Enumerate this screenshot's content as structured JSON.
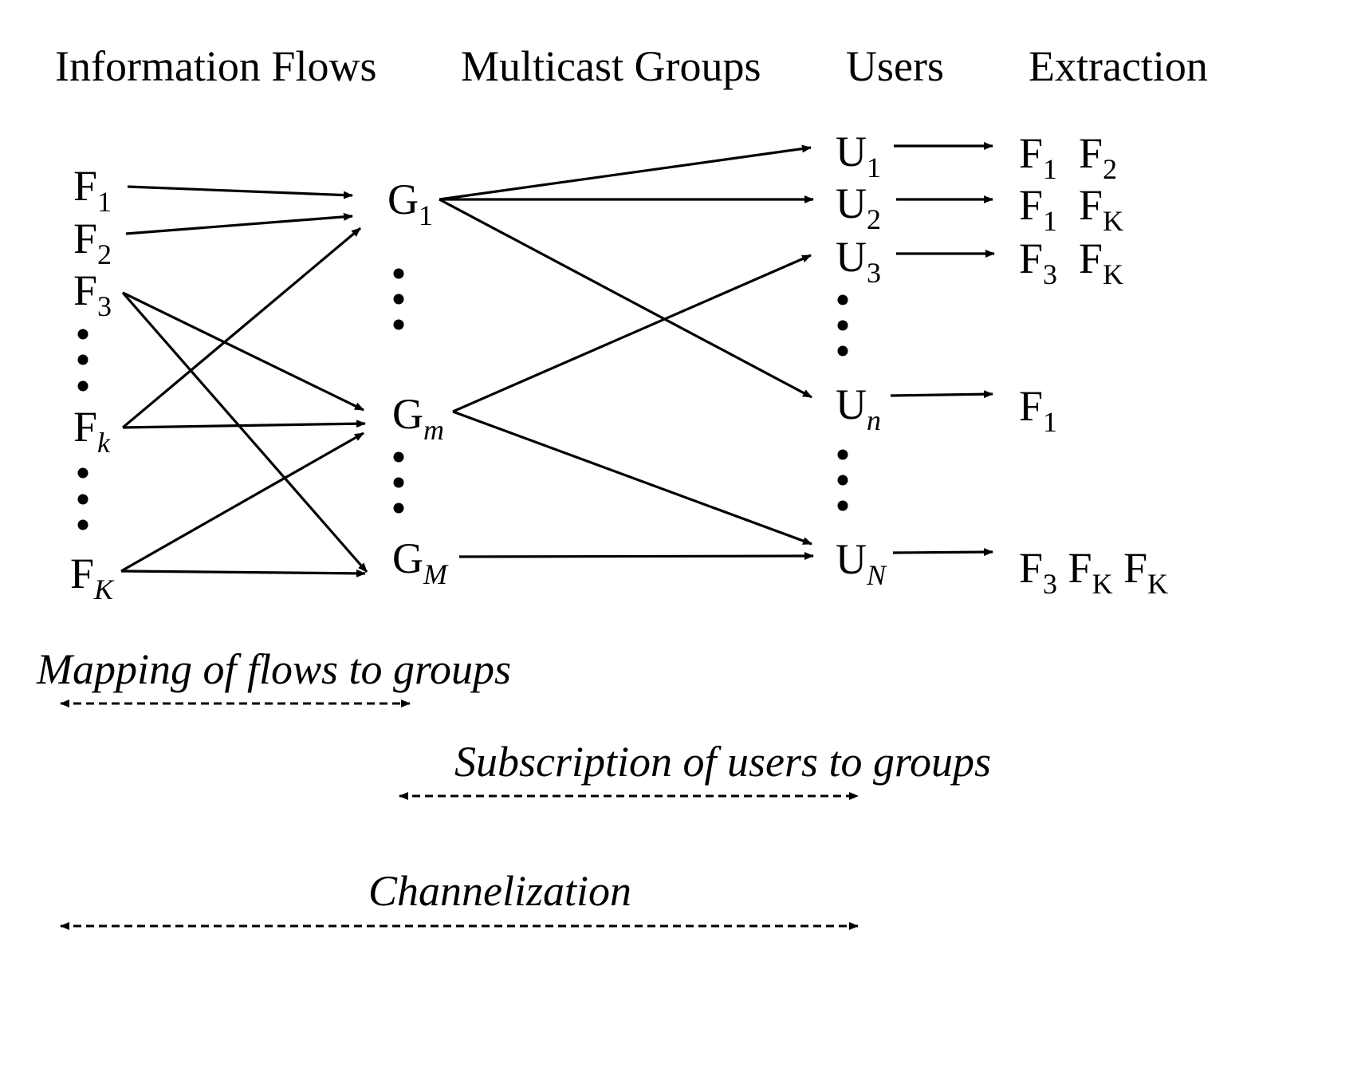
{
  "headers": {
    "flows": "Information Flows",
    "groups": "Multicast Groups",
    "users": "Users",
    "extraction": "Extraction"
  },
  "flows": [
    {
      "base": "F",
      "sub": "1",
      "sub_italic": false
    },
    {
      "base": "F",
      "sub": "2",
      "sub_italic": false
    },
    {
      "base": "F",
      "sub": "3",
      "sub_italic": false
    },
    {
      "base": "F",
      "sub": "k",
      "sub_italic": true
    },
    {
      "base": "F",
      "sub": "K",
      "sub_italic": true
    }
  ],
  "groups": [
    {
      "base": "G",
      "sub": "1",
      "sub_italic": false
    },
    {
      "base": "G",
      "sub": "m",
      "sub_italic": true
    },
    {
      "base": "G",
      "sub": "M",
      "sub_italic": true
    }
  ],
  "users": [
    {
      "base": "U",
      "sub": "1",
      "sub_italic": false
    },
    {
      "base": "U",
      "sub": "2",
      "sub_italic": false
    },
    {
      "base": "U",
      "sub": "3",
      "sub_italic": false
    },
    {
      "base": "U",
      "sub": "n",
      "sub_italic": true
    },
    {
      "base": "U",
      "sub": "N",
      "sub_italic": true
    }
  ],
  "extraction": [
    [
      {
        "base": "F",
        "sub": "1"
      },
      {
        "base": "F",
        "sub": "2"
      }
    ],
    [
      {
        "base": "F",
        "sub": "1"
      },
      {
        "base": "F",
        "sub": "K"
      }
    ],
    [
      {
        "base": "F",
        "sub": "3"
      },
      {
        "base": "F",
        "sub": "K"
      }
    ],
    [
      {
        "base": "F",
        "sub": "1"
      }
    ],
    [
      {
        "base": "F",
        "sub": "3"
      },
      {
        "base": "F",
        "sub": "K"
      },
      {
        "base": "F",
        "sub": "K"
      }
    ]
  ],
  "captions": {
    "mapping": "Mapping of flows to groups",
    "subscription": "Subscription of users to groups",
    "channelization": "Channelization"
  },
  "edges": {
    "flow_to_group": [
      [
        "F1",
        "G1"
      ],
      [
        "F2",
        "G1"
      ],
      [
        "F3",
        "Gm"
      ],
      [
        "F3",
        "GM"
      ],
      [
        "Fk",
        "G1"
      ],
      [
        "Fk",
        "Gm"
      ],
      [
        "FK",
        "Gm"
      ],
      [
        "FK",
        "GM"
      ]
    ],
    "group_to_user": [
      [
        "G1",
        "U1"
      ],
      [
        "G1",
        "U2"
      ],
      [
        "G1",
        "Un"
      ],
      [
        "Gm",
        "U3"
      ],
      [
        "Gm",
        "UN"
      ],
      [
        "GM",
        "UN"
      ]
    ]
  }
}
